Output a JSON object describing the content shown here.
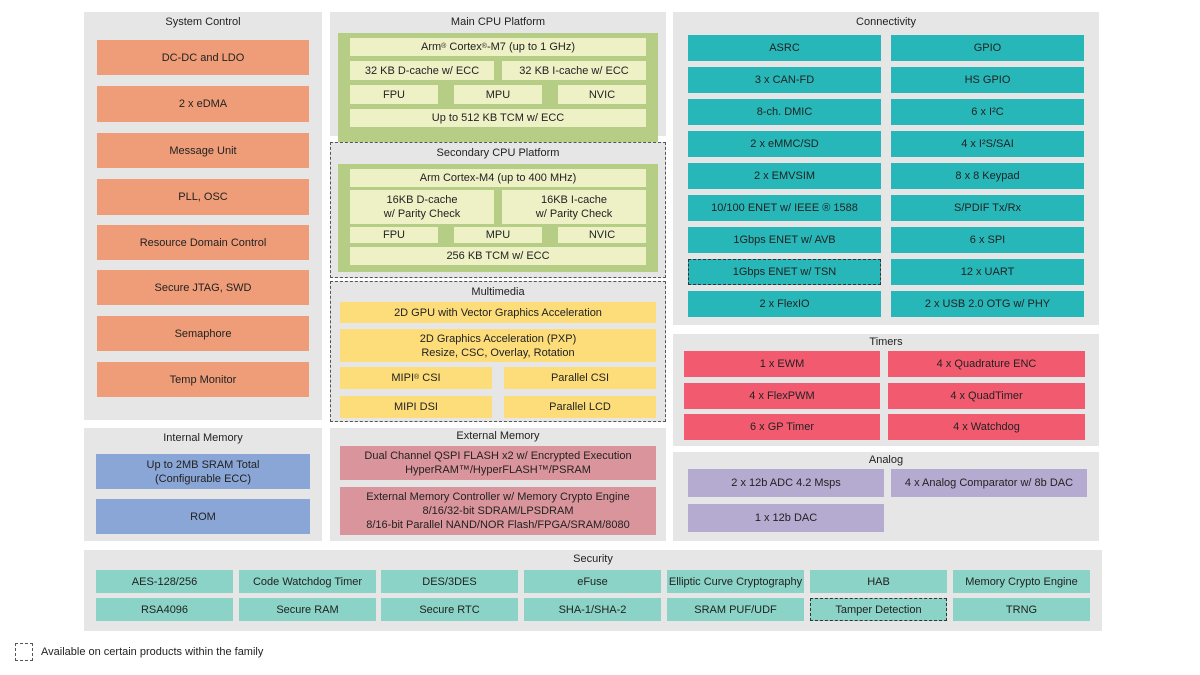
{
  "system_control": {
    "title": "System Control",
    "items": [
      "DC-DC and LDO",
      "2 x eDMA",
      "Message Unit",
      "PLL, OSC",
      "Resource Domain Control",
      "Secure JTAG, SWD",
      "Semaphore",
      "Temp Monitor"
    ]
  },
  "internal_memory": {
    "title": "Internal Memory",
    "items": [
      "Up to 2MB SRAM Total\n(Configurable ECC)",
      "ROM"
    ]
  },
  "main_cpu": {
    "title": "Main CPU Platform",
    "core": "Arm® Cortex®-M7 (up to 1 GHz)",
    "dcache": "32 KB D-cache w/ ECC",
    "icache": "32 KB I-cache w/ ECC",
    "fpu": "FPU",
    "mpu": "MPU",
    "nvic": "NVIC",
    "tcm": "Up to 512 KB TCM w/ ECC"
  },
  "secondary_cpu": {
    "title": "Secondary CPU Platform",
    "core": "Arm Cortex-M4 (up to 400 MHz)",
    "dcache": "16KB D-cache\nw/ Parity Check",
    "icache": "16KB I-cache\nw/ Parity Check",
    "fpu": "FPU",
    "mpu": "MPU",
    "nvic": "NVIC",
    "tcm": "256 KB TCM w/ ECC"
  },
  "multimedia": {
    "title": "Multimedia",
    "gpu": "2D GPU with Vector Graphics Acceleration",
    "pxp": "2D Graphics Acceleration (PXP)\nResize, CSC, Overlay, Rotation",
    "mipi_csi": "MIPI® CSI",
    "parallel_csi": "Parallel CSI",
    "mipi_dsi": "MIPI DSI",
    "parallel_lcd": "Parallel LCD"
  },
  "external_memory": {
    "title": "External Memory",
    "items": [
      "Dual Channel QSPI FLASH x2 w/ Encrypted Execution\nHyperRAM™/HyperFLASH™/PSRAM",
      "External Memory Controller w/ Memory Crypto Engine\n8/16/32-bit SDRAM/LPSDRAM\n8/16-bit Parallel NAND/NOR Flash/FPGA/SRAM/8080"
    ]
  },
  "connectivity": {
    "title": "Connectivity",
    "left": [
      "ASRC",
      "3 x CAN-FD",
      "8-ch. DMIC",
      "2 x eMMC/SD",
      "2 x EMVSIM",
      "10/100 ENET w/ IEEE ® 1588",
      "1Gbps ENET w/ AVB",
      "1Gbps ENET w/ TSN",
      "2 x FlexIO"
    ],
    "right": [
      "GPIO",
      "HS GPIO",
      "6 x I²C",
      "4 x I²S/SAI",
      "8 x 8 Keypad",
      "S/PDIF Tx/Rx",
      "6 x SPI",
      "12 x UART",
      "2 x USB 2.0 OTG w/ PHY"
    ]
  },
  "timers": {
    "title": "Timers",
    "left": [
      "1 x EWM",
      "4 x FlexPWM",
      "6 x GP Timer"
    ],
    "right": [
      "4 x Quadrature ENC",
      "4 x QuadTimer",
      "4 x Watchdog"
    ]
  },
  "analog": {
    "title": "Analog",
    "items": [
      "2 x 12b ADC 4.2 Msps",
      "4 x Analog Comparator w/ 8b DAC",
      "1 x 12b DAC"
    ]
  },
  "security": {
    "title": "Security",
    "row1": [
      "AES-128/256",
      "Code Watchdog Timer",
      "DES/3DES",
      "eFuse",
      "Elliptic Curve Cryptography",
      "HAB",
      "Memory Crypto Engine"
    ],
    "row2": [
      "RSA4096",
      "Secure RAM",
      "Secure RTC",
      "SHA-1/SHA-2",
      "SRAM PUF/UDF",
      "Tamper Detection",
      "TRNG"
    ]
  },
  "legend": {
    "text": "Available on certain products within the family"
  }
}
